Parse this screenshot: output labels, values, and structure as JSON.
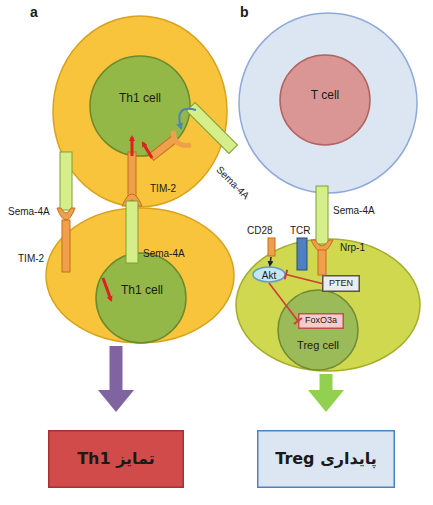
{
  "diagram": {
    "nodes": [
      {
        "text": [
          "Th1 cell"
        ]
      },
      {
        "text": [
          "Th1 cell"
        ]
      },
      {
        "text": [
          "تمایز Th1"
        ]
      },
      {
        "text": [
          "T cell"
        ]
      },
      {
        "text": [
          "Treg cell"
        ]
      },
      {
        "text": [
          "Akt"
        ],
        "in": 4
      },
      {
        "text": [
          "PTEN"
        ],
        "in": 4
      },
      {
        "text": [
          "FoxO3a"
        ],
        "in": 4
      },
      {
        "text": [
          "پایداری Treg"
        ]
      }
    ],
    "edges": [
      {
        "from": 1,
        "to": 2,
        "arrow": "to"
      },
      {
        "from": 4,
        "to": 8,
        "arrow": "to"
      },
      {
        "from": 6,
        "to": 5,
        "arrow": "to"
      },
      {
        "from": 5,
        "to": 7,
        "arrow": "to"
      }
    ],
    "labels": [
      "a",
      "Sema-4A",
      "TIM-2",
      "TIM-2",
      "Sema-4A",
      "Sema-4A",
      "b",
      "Sema-4A",
      "CD28",
      "TCR",
      "Nrp-1"
    ]
  }
}
